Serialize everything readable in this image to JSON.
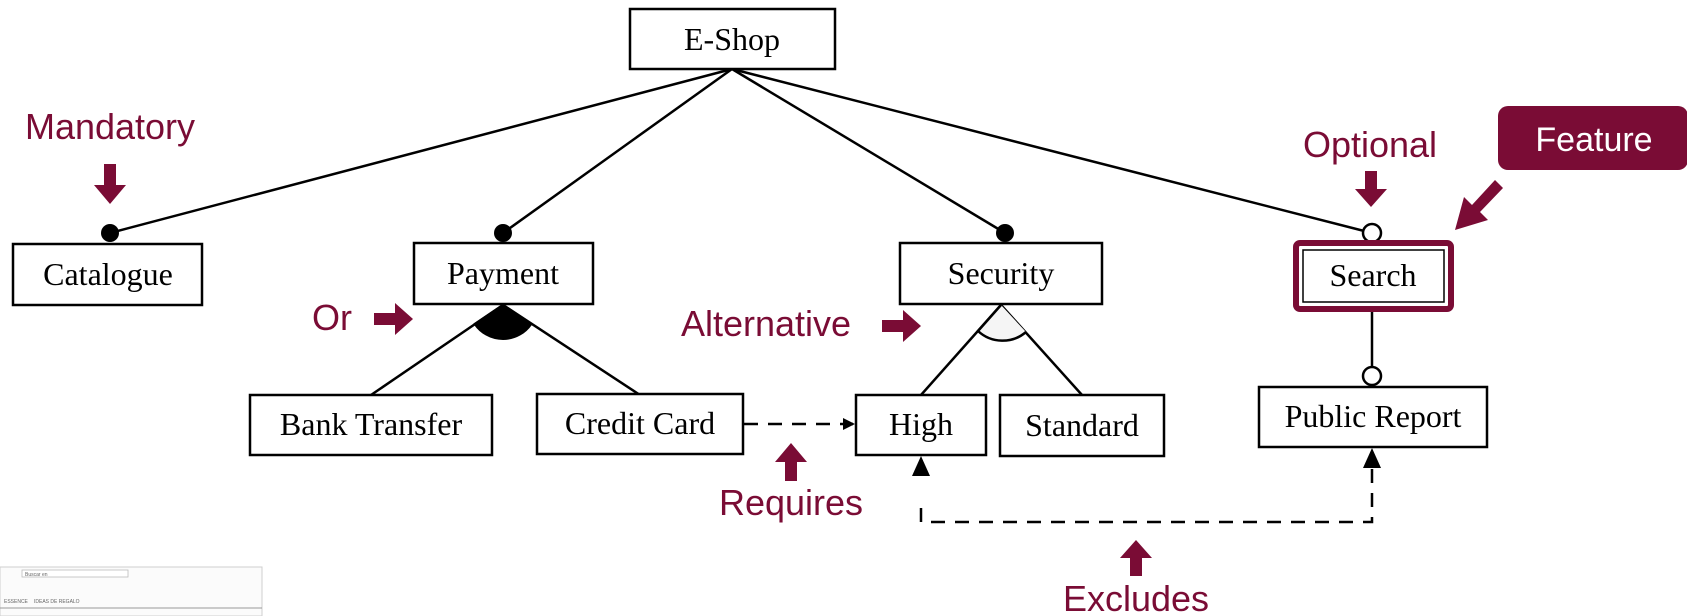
{
  "colors": {
    "accent": "#7a0c35",
    "line": "#000000",
    "box_fill": "#ffffff"
  },
  "features": {
    "root": "E-Shop",
    "catalogue": "Catalogue",
    "payment": "Payment",
    "security": "Security",
    "search": "Search",
    "bank_transfer": "Bank Transfer",
    "credit_card": "Credit Card",
    "high": "High",
    "standard": "Standard",
    "public_report": "Public Report"
  },
  "annotations": {
    "mandatory": "Mandatory",
    "or": "Or",
    "alternative": "Alternative",
    "optional": "Optional",
    "feature": "Feature",
    "requires": "Requires",
    "excludes": "Excludes"
  },
  "thumbnail": {
    "search_placeholder": "Buscar en",
    "menu_item_1": "ESSENCE",
    "menu_item_2": "IDEAS DE REGALO"
  }
}
